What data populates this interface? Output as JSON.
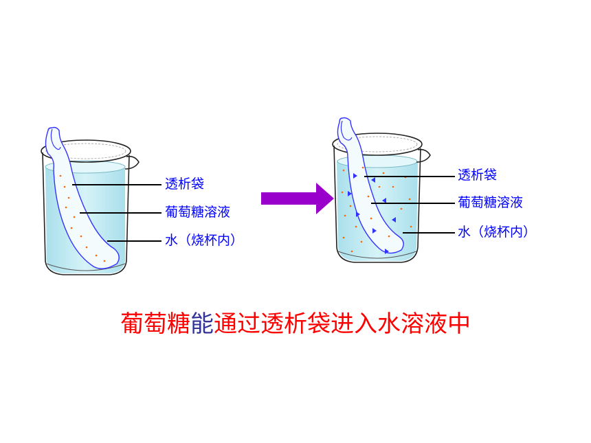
{
  "colors": {
    "label_blue": "#0000ff",
    "caption_red": "#ff0000",
    "caption_emphasis": "#333399",
    "arrow_purple": "#9900cc",
    "water": "#bfeaf2",
    "bag_outline": "#3333ff",
    "glucose_dot": "#ff6600"
  },
  "left_beaker": {
    "labels": {
      "bag": "透析袋",
      "glucose": "葡萄糖溶液",
      "water": "水（烧杯内）"
    },
    "glucose_in_water": false
  },
  "right_beaker": {
    "labels": {
      "bag": "透析袋",
      "glucose": "葡萄糖溶液",
      "water": "水（烧杯内）"
    },
    "glucose_in_water": true
  },
  "caption": {
    "part1": "葡萄糖",
    "part2": "能",
    "part3": "通过透析袋进入水溶液中"
  },
  "icons": {
    "arrow": "right-arrow-icon",
    "left_beaker": "beaker-icon",
    "right_beaker": "beaker-icon"
  }
}
